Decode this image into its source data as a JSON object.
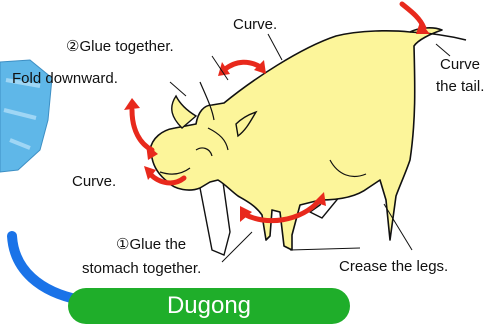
{
  "labels": {
    "curve_top": "Curve.",
    "glue_together": "②Glue together.",
    "fold_downward": "Fold downward.",
    "curve_tail_line1": "Curve",
    "curve_tail_line2": "the tail.",
    "curve_head": "Curve.",
    "glue_stomach_line1": "①Glue the",
    "glue_stomach_line2": "stomach together.",
    "crease_legs": "Crease the legs."
  },
  "banner": {
    "title": "Dugong"
  },
  "colors": {
    "cow_body": "#fcf59a",
    "outline": "#111111",
    "arrow": "#e8291c",
    "leader_line": "#111111",
    "blue_ribbon": "#1a73e8",
    "banner_green": "#1fae2a",
    "banner_text": "#ffffff",
    "bucket": "#5fb7e8"
  }
}
